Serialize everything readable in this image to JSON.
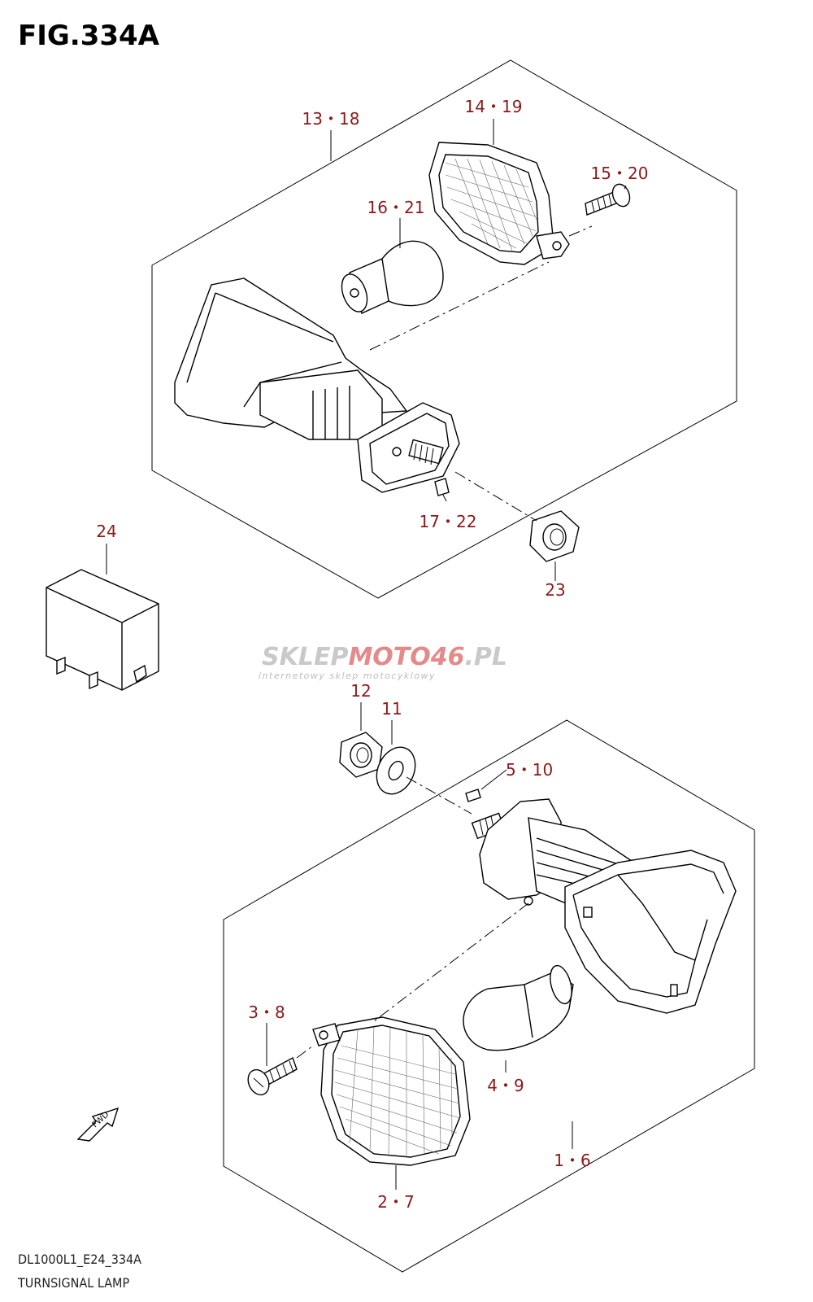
{
  "figure": {
    "title": "FIG.334A"
  },
  "callouts": {
    "c_13_18": "13・18",
    "c_14_19": "14・19",
    "c_15_20": "15・20",
    "c_16_21": "16・21",
    "c_17_22": "17・22",
    "c_23": "23",
    "c_24": "24",
    "c_12": "12",
    "c_11": "11",
    "c_5_10": "5・10",
    "c_3_8": "3・8",
    "c_4_9": "4・9",
    "c_2_7": "2・7",
    "c_1_6": "1・6"
  },
  "watermark": {
    "brand_a": "SKLEP",
    "brand_b": "MOTO",
    "brand_c": "46",
    "brand_d": ".PL",
    "tagline": "internetowy sklep motocyklowy"
  },
  "fwd_label": "FWD",
  "footer": {
    "model_code": "DL1000L1_E24_334A",
    "caption": "TURNSIGNAL LAMP"
  },
  "colors": {
    "callout": "#8b1a1a",
    "watermark_gray": "#c9c9c9",
    "watermark_red": "#e58a8a"
  }
}
